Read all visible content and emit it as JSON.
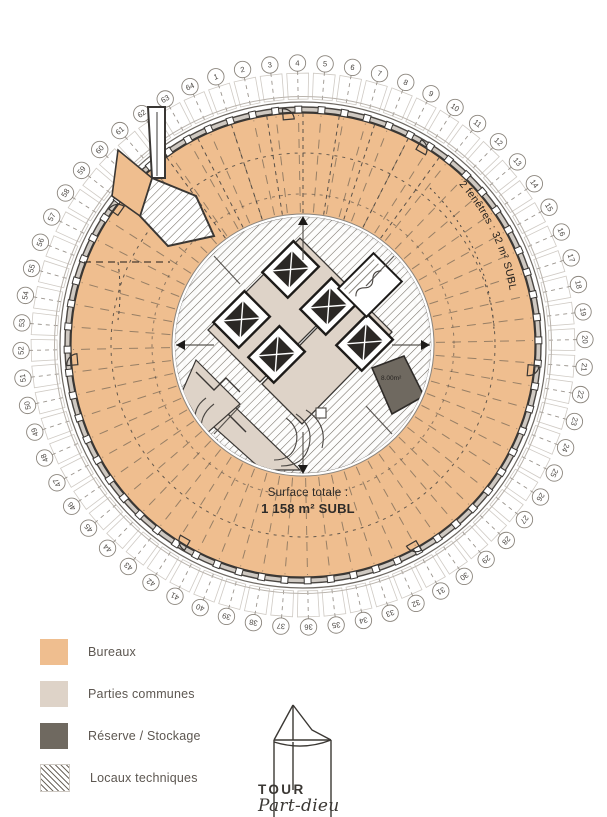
{
  "document": {
    "type": "architectural-floor-plan",
    "building": "Tour Part-Dieu",
    "title_logo_line1": "TOUR",
    "title_logo_line2": "Part-dieu"
  },
  "plan": {
    "surface_label": "Surface totale :",
    "surface_value": "1 158 m² SUBL",
    "window_note": "2 fenêtres : 32 m² SUBL",
    "storage_area_label": "8.00m²",
    "axis_numbers": [
      1,
      2,
      3,
      4,
      5,
      6,
      7,
      8,
      9,
      10,
      11,
      12,
      13,
      14,
      15,
      16,
      17,
      18,
      19,
      20,
      21,
      22,
      23,
      24,
      25,
      26,
      27,
      28,
      29,
      30,
      31,
      32,
      33,
      34,
      35,
      36,
      37,
      38,
      39,
      40,
      41,
      42,
      43,
      44,
      45,
      46,
      47,
      48,
      49,
      50,
      51,
      52,
      53,
      54,
      55,
      56,
      57,
      58,
      59,
      60,
      61,
      62,
      63,
      64
    ]
  },
  "colors": {
    "bureaux": "#EFBE8F",
    "parties_communes": "#DDD2C7",
    "reserve": "#6F6960",
    "hatch_line": "#6F6960",
    "wall_dark": "#3a3734",
    "ring_gray": "#9a948d",
    "text": "#5d5751"
  },
  "legend": {
    "items": [
      {
        "label": "Bureaux",
        "swatch": "bureaux",
        "color": "#EFBE8F"
      },
      {
        "label": "Parties communes",
        "swatch": "parties_communes",
        "color": "#DED3C8"
      },
      {
        "label": "Réserve / Stockage",
        "swatch": "reserve",
        "color": "#6F6960"
      },
      {
        "label": "Locaux techniques",
        "swatch": "hatch",
        "color": "#ffffff"
      }
    ]
  }
}
